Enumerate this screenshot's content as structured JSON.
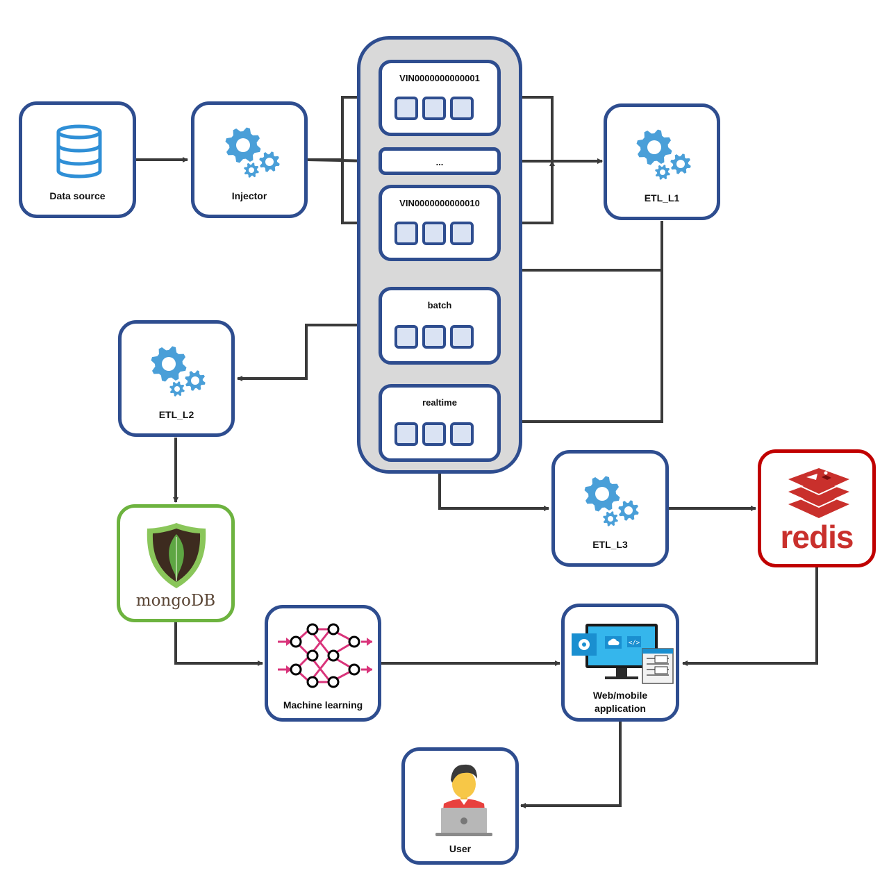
{
  "nodes": {
    "data_source": "Data source",
    "injector": "Injector",
    "etl_l1": "ETL_L1",
    "etl_l2": "ETL_L2",
    "etl_l3": "ETL_L3",
    "machine_learning": "Machine learning",
    "web_app_line1": "Web/mobile",
    "web_app_line2": "application",
    "user": "User"
  },
  "topics": {
    "vin1": "VIN0000000000001",
    "ellipsis": "...",
    "vin10": "VIN0000000000010",
    "batch": "batch",
    "realtime": "realtime"
  },
  "logos": {
    "mongo_text": "mongoDB",
    "redis_text": "redis"
  },
  "icons": [
    "database-icon",
    "gears-icon",
    "neural-network-icon",
    "web-app-icon",
    "user-laptop-icon",
    "mongodb-logo",
    "redis-logo"
  ],
  "colors": {
    "node_border": "#2e4d8f",
    "broker_fill": "#d9d9d9",
    "mongo_border": "#6db33f",
    "redis_border": "#c00000",
    "connector": "#3a3a3a",
    "gear_blue": "#4a9fd8"
  }
}
